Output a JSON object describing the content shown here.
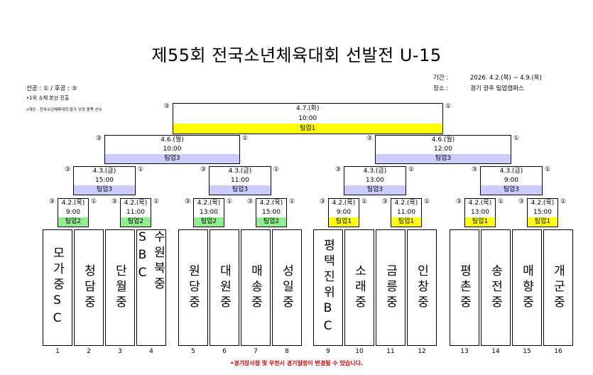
{
  "title": "제55회 전국소년체육대회 선발전 U-15",
  "info": {
    "period_label": "기간 :",
    "period_value": "2026. 4.2.(목) ~ 4.9.(목)",
    "venue_label": "장소 :",
    "venue_value": "경기 광주 팀업캠퍼스"
  },
  "notes": {
    "order": "선공 : ① / 후공 : ③",
    "advance": "•1위 소체 본선 진출",
    "eligibility": "•대상 : 전국소년체육대회 참가 규정 충족 선수"
  },
  "footer": "•경기장사정 및 우천시 경기일정이 변경될 수 있습니다.",
  "markers": {
    "first": "①",
    "third": "③"
  },
  "final": {
    "date": "4.7.(화)",
    "time": "10:00",
    "venue": "팀업1",
    "color": "yellow"
  },
  "semis": [
    {
      "date": "4.6.(월)",
      "time": "10:00",
      "venue": "팀업3",
      "color": "blue"
    },
    {
      "date": "4.6.(월)",
      "time": "12:00",
      "venue": "팀업3",
      "color": "blue"
    }
  ],
  "quarters": [
    {
      "date": "4.3.(금)",
      "time": "15:00",
      "venue": "팀업3",
      "color": "blue"
    },
    {
      "date": "4.3.(금)",
      "time": "11:00",
      "venue": "팀업3",
      "color": "blue"
    },
    {
      "date": "4.3.(금)",
      "time": "13:00",
      "venue": "팀업3",
      "color": "blue"
    },
    {
      "date": "4.3.(금)",
      "time": "9:00",
      "venue": "팀업3",
      "color": "blue"
    }
  ],
  "round1": [
    {
      "date": "4.2.(목)",
      "time": "9:00",
      "venue": "팀업2",
      "color": "green"
    },
    {
      "date": "4.2.(목)",
      "time": "11:00",
      "venue": "팀업2",
      "color": "green"
    },
    {
      "date": "4.2.(목)",
      "time": "13:00",
      "venue": "팀업2",
      "color": "green"
    },
    {
      "date": "4.2.(목)",
      "time": "15:00",
      "venue": "팀업2",
      "color": "green"
    },
    {
      "date": "4.2.(목)",
      "time": "9:00",
      "venue": "팀업1",
      "color": "yellow"
    },
    {
      "date": "4.2.(목)",
      "time": "11:00",
      "venue": "팀업1",
      "color": "yellow"
    },
    {
      "date": "4.2.(목)",
      "time": "13:00",
      "venue": "팀업1",
      "color": "yellow"
    },
    {
      "date": "4.2.(목)",
      "time": "15:00",
      "venue": "팀업1",
      "color": "yellow"
    }
  ],
  "teams": [
    {
      "name": "모가중SC",
      "num": "1"
    },
    {
      "name": "청담중",
      "num": "2"
    },
    {
      "name": "단월중",
      "num": "3"
    },
    {
      "name": "수원북중SBC",
      "num": "4"
    },
    {
      "name": "원당중",
      "num": "5"
    },
    {
      "name": "대원중",
      "num": "6"
    },
    {
      "name": "매송중",
      "num": "7"
    },
    {
      "name": "성일중",
      "num": "8"
    },
    {
      "name": "평택진위BC",
      "num": "9"
    },
    {
      "name": "소래중",
      "num": "10"
    },
    {
      "name": "금릉중",
      "num": "11"
    },
    {
      "name": "인창중",
      "num": "12"
    },
    {
      "name": "평촌중",
      "num": "13"
    },
    {
      "name": "송전중",
      "num": "14"
    },
    {
      "name": "매향중",
      "num": "15"
    },
    {
      "name": "개군중",
      "num": "16"
    }
  ]
}
